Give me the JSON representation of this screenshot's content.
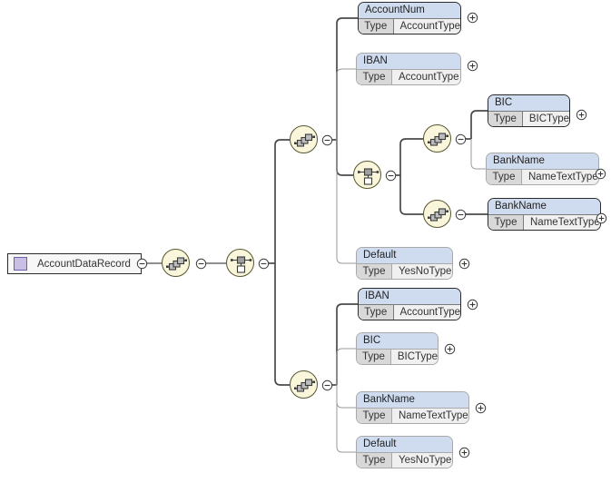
{
  "diagram": {
    "title": "AccountDataRecord",
    "type": "xsd-schema-tree",
    "colors": {
      "element_header": "#cfdcef",
      "type_label_cell": "#d8d8d8",
      "type_value_cell": "#f0f0f0",
      "connector_fill": "#f9f6dc",
      "connector_border": "#57562e",
      "root_icon": "#c9bfe4",
      "required_line": "#4a4a4a",
      "optional_line": "#9a9a9a",
      "background": "#ffffff"
    },
    "type_label": "Type"
  },
  "root": {
    "name": "AccountDataRecord",
    "icon": "element-icon",
    "collapse_toggle": "minus"
  },
  "connectors": [
    {
      "id": "c-root-seq",
      "kind": "sequence",
      "toggle": "minus"
    },
    {
      "id": "c-root-choice",
      "kind": "choice",
      "toggle": "minus"
    },
    {
      "id": "c-top-seq",
      "kind": "sequence",
      "toggle": "minus"
    },
    {
      "id": "c-mid-choice",
      "kind": "choice",
      "toggle": "minus"
    },
    {
      "id": "c-bic-seq",
      "kind": "sequence",
      "toggle": "minus"
    },
    {
      "id": "c-bank-seq",
      "kind": "sequence",
      "toggle": "minus"
    },
    {
      "id": "c-bot-seq",
      "kind": "sequence",
      "toggle": "minus"
    }
  ],
  "elements": [
    {
      "id": "e1",
      "name": "AccountNum",
      "type": "AccountType",
      "required": true,
      "expand": "plus"
    },
    {
      "id": "e2",
      "name": "IBAN",
      "type": "AccountType",
      "required": false,
      "expand": "plus"
    },
    {
      "id": "e3",
      "name": "BIC",
      "type": "BICType",
      "required": true,
      "expand": "plus"
    },
    {
      "id": "e4",
      "name": "BankName",
      "type": "NameTextType",
      "required": false,
      "expand": "plus"
    },
    {
      "id": "e5",
      "name": "BankName",
      "type": "NameTextType",
      "required": true,
      "expand": "plus"
    },
    {
      "id": "e6",
      "name": "Default",
      "type": "YesNoType",
      "required": false,
      "expand": "plus"
    },
    {
      "id": "e7",
      "name": "IBAN",
      "type": "AccountType",
      "required": true,
      "expand": "plus"
    },
    {
      "id": "e8",
      "name": "BIC",
      "type": "BICType",
      "required": false,
      "expand": "plus"
    },
    {
      "id": "e9",
      "name": "BankName",
      "type": "NameTextType",
      "required": false,
      "expand": "plus"
    },
    {
      "id": "e10",
      "name": "Default",
      "type": "YesNoType",
      "required": false,
      "expand": "plus"
    }
  ]
}
